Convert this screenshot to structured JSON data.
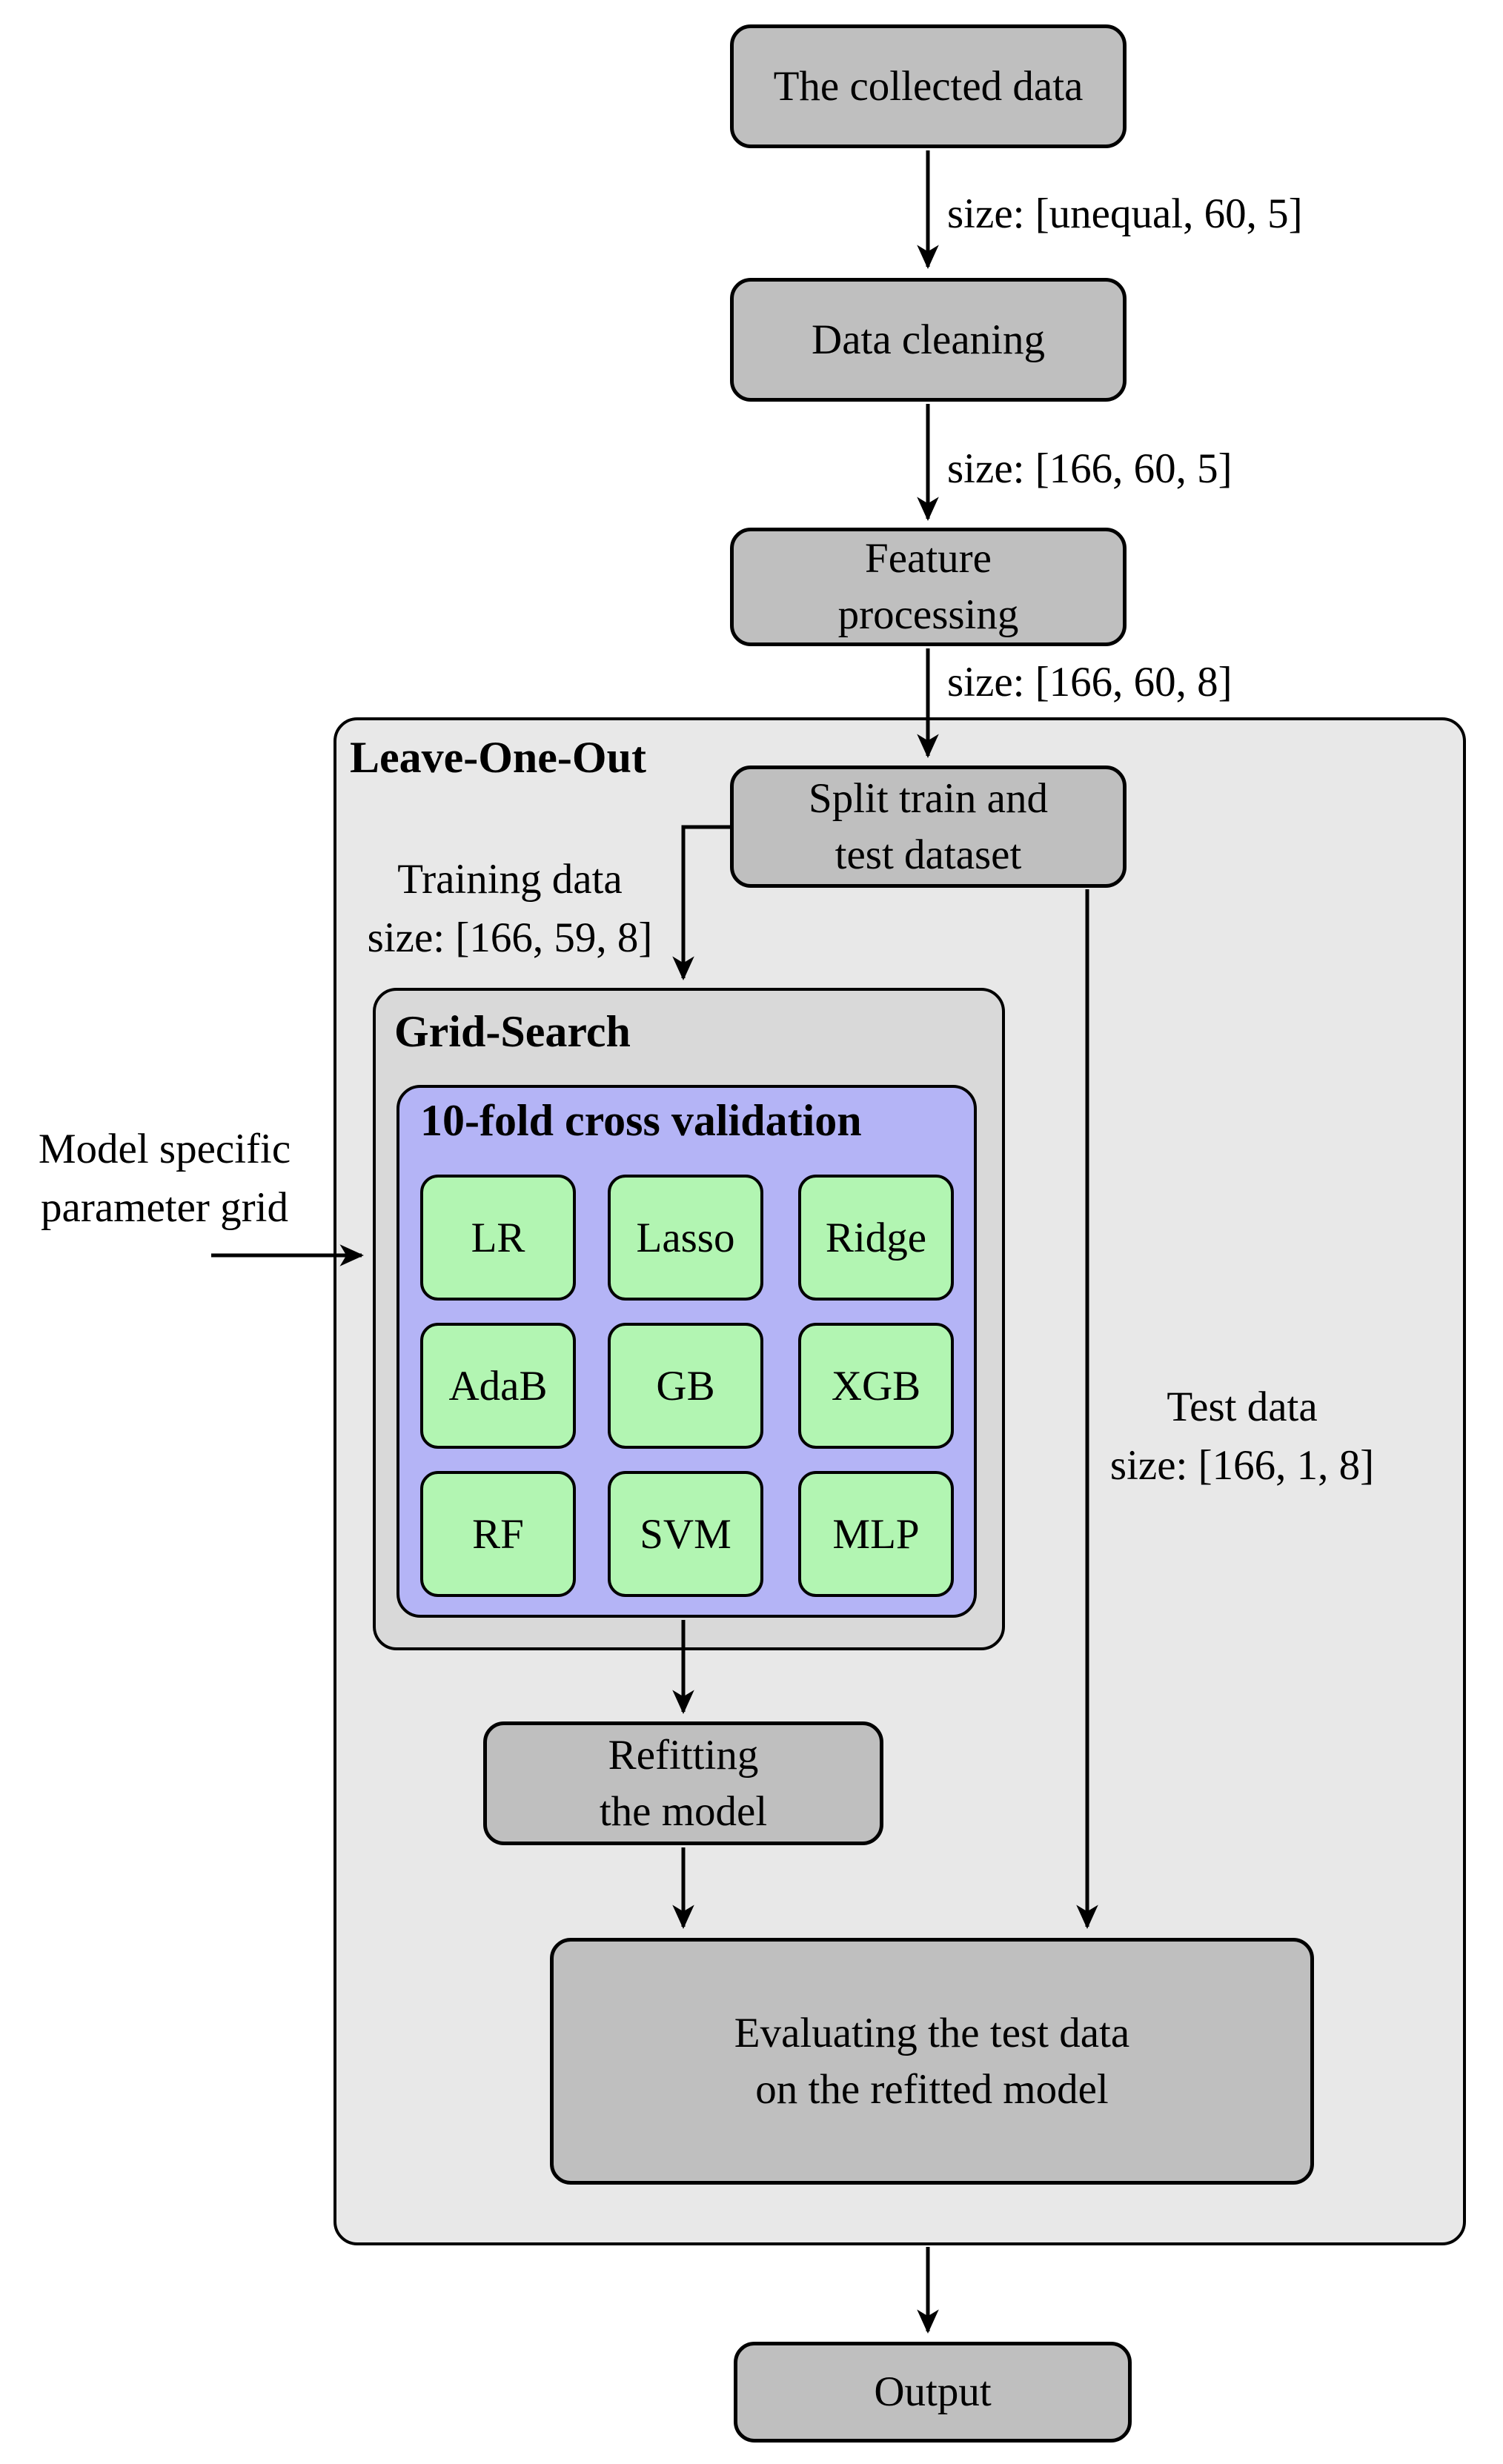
{
  "nodes": {
    "collected": {
      "label": "The collected data"
    },
    "cleaning": {
      "label": "Data cleaning"
    },
    "feature": {
      "lines": [
        "Feature",
        "processing"
      ]
    },
    "split": {
      "lines": [
        "Split train and",
        "test dataset"
      ]
    },
    "refitting": {
      "lines": [
        "Refitting",
        "the model"
      ]
    },
    "evaluating": {
      "lines": [
        "Evaluating the test data",
        "on the refitted model"
      ]
    },
    "output": {
      "label": "Output"
    }
  },
  "containers": {
    "loo": {
      "title": "Leave-One-Out"
    },
    "grid_search": {
      "title": "Grid-Search"
    },
    "cv": {
      "title": "10-fold cross validation"
    }
  },
  "models": [
    "LR",
    "Lasso",
    "Ridge",
    "AdaB",
    "GB",
    "XGB",
    "RF",
    "SVM",
    "MLP"
  ],
  "labels": {
    "size1": "size: [unequal, 60, 5]",
    "size2": "size: [166, 60, 5]",
    "size3": "size: [166, 60, 8]",
    "training": [
      "Training data",
      "size: [166, 59, 8]"
    ],
    "test": [
      "Test data",
      "size: [166, 1, 8]"
    ],
    "param": [
      "Model specific",
      "parameter grid"
    ]
  },
  "colors": {
    "node": "#bfbfbf",
    "loo": "#e8e8e8",
    "grid": "#d9d9d9",
    "cv": "#b4b4f6",
    "model": "#b2f5b2",
    "border": "#000000"
  }
}
